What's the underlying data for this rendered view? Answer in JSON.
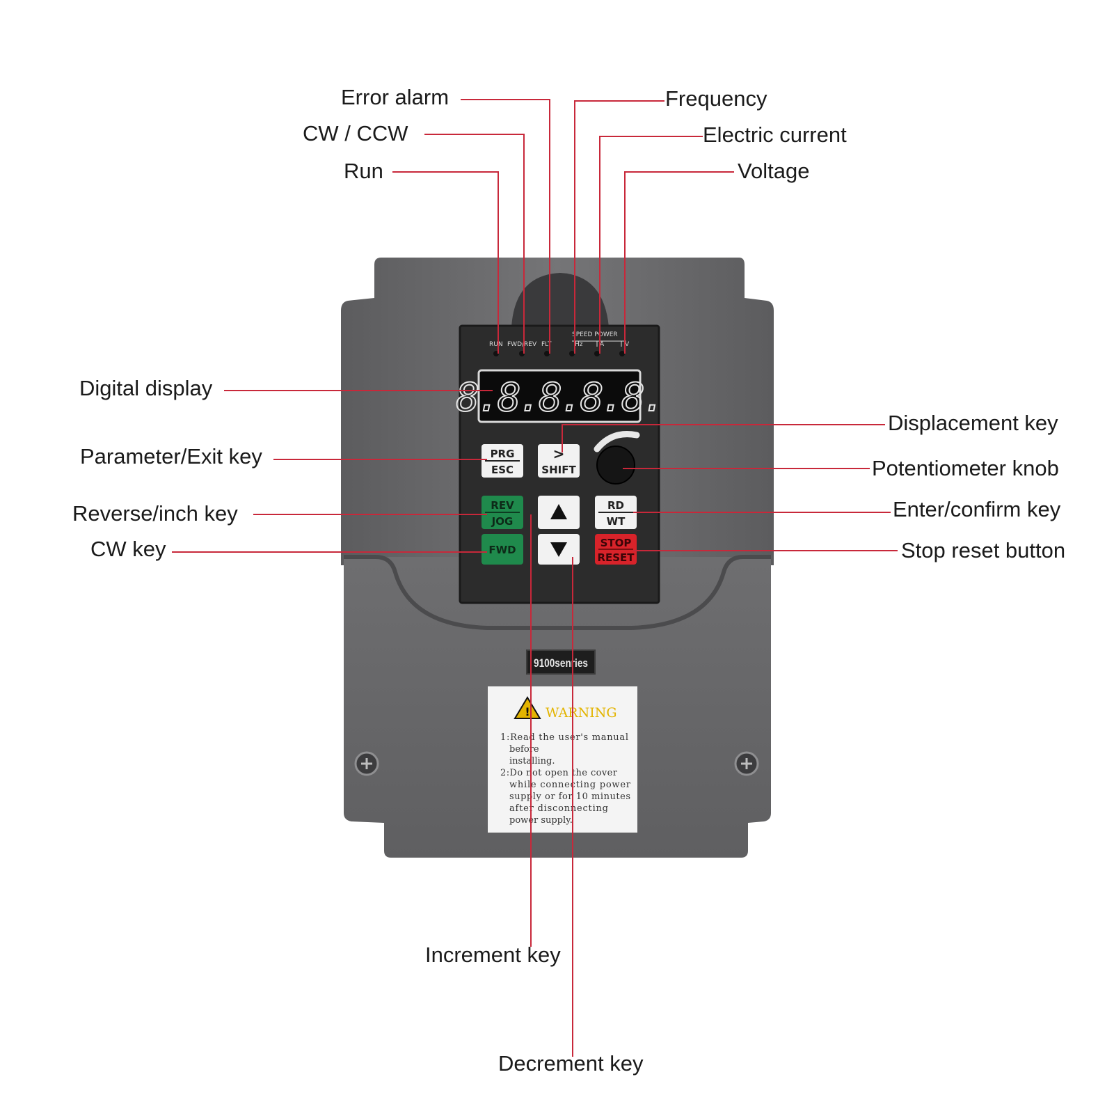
{
  "callouts": {
    "error_alarm": "Error alarm",
    "cw_ccw": "CW / CCW",
    "run": "Run",
    "frequency": "Frequency",
    "electric_current": "Electric current",
    "voltage": "Voltage",
    "digital_display": "Digital display",
    "parameter_exit_key": "Parameter/Exit key",
    "reverse_inch_key": "Reverse/inch key",
    "cw_key": "CW key",
    "displacement_key": "Displacement key",
    "potentiometer_knob": "Potentiometer knob",
    "enter_confirm_key": "Enter/confirm key",
    "stop_reset_button": "Stop reset button",
    "increment_key": "Increment key",
    "decrement_key": "Decrement key"
  },
  "panel": {
    "led_labels": {
      "run": "RUN",
      "fwd_rev": "FWD/REV",
      "flt": "FLT",
      "speed_power": "SPEED POWER",
      "hz": "Hz",
      "a": "A",
      "v": "V"
    },
    "display_readout": "8.8.8.8.8.",
    "keys": {
      "prg": "PRG",
      "esc": "ESC",
      "shift_symbol": ">",
      "shift": "SHIFT",
      "rev": "REV",
      "jog": "JOG",
      "rd": "RD",
      "wt": "WT",
      "fwd": "FWD",
      "stop": "STOP",
      "reset": "RESET"
    }
  },
  "model_plate": "9100senries",
  "warning": {
    "title": "WARNING",
    "line1": "1:Read the user's manual",
    "line2": "before",
    "line3": "installing.",
    "line4": "2:Do not open the cover",
    "line5": "while connecting power",
    "line6": "supply or for 10 minutes",
    "line7": "after disconnecting",
    "line8": "power supply."
  },
  "colors": {
    "leader_line": "#c8283a",
    "housing": "#6b6b6d",
    "panel": "#2c2c2c",
    "key_white": "#f2f2f2",
    "key_green": "#1f8a4c",
    "key_red": "#d8232a",
    "warning_yellow": "#e3b400"
  }
}
